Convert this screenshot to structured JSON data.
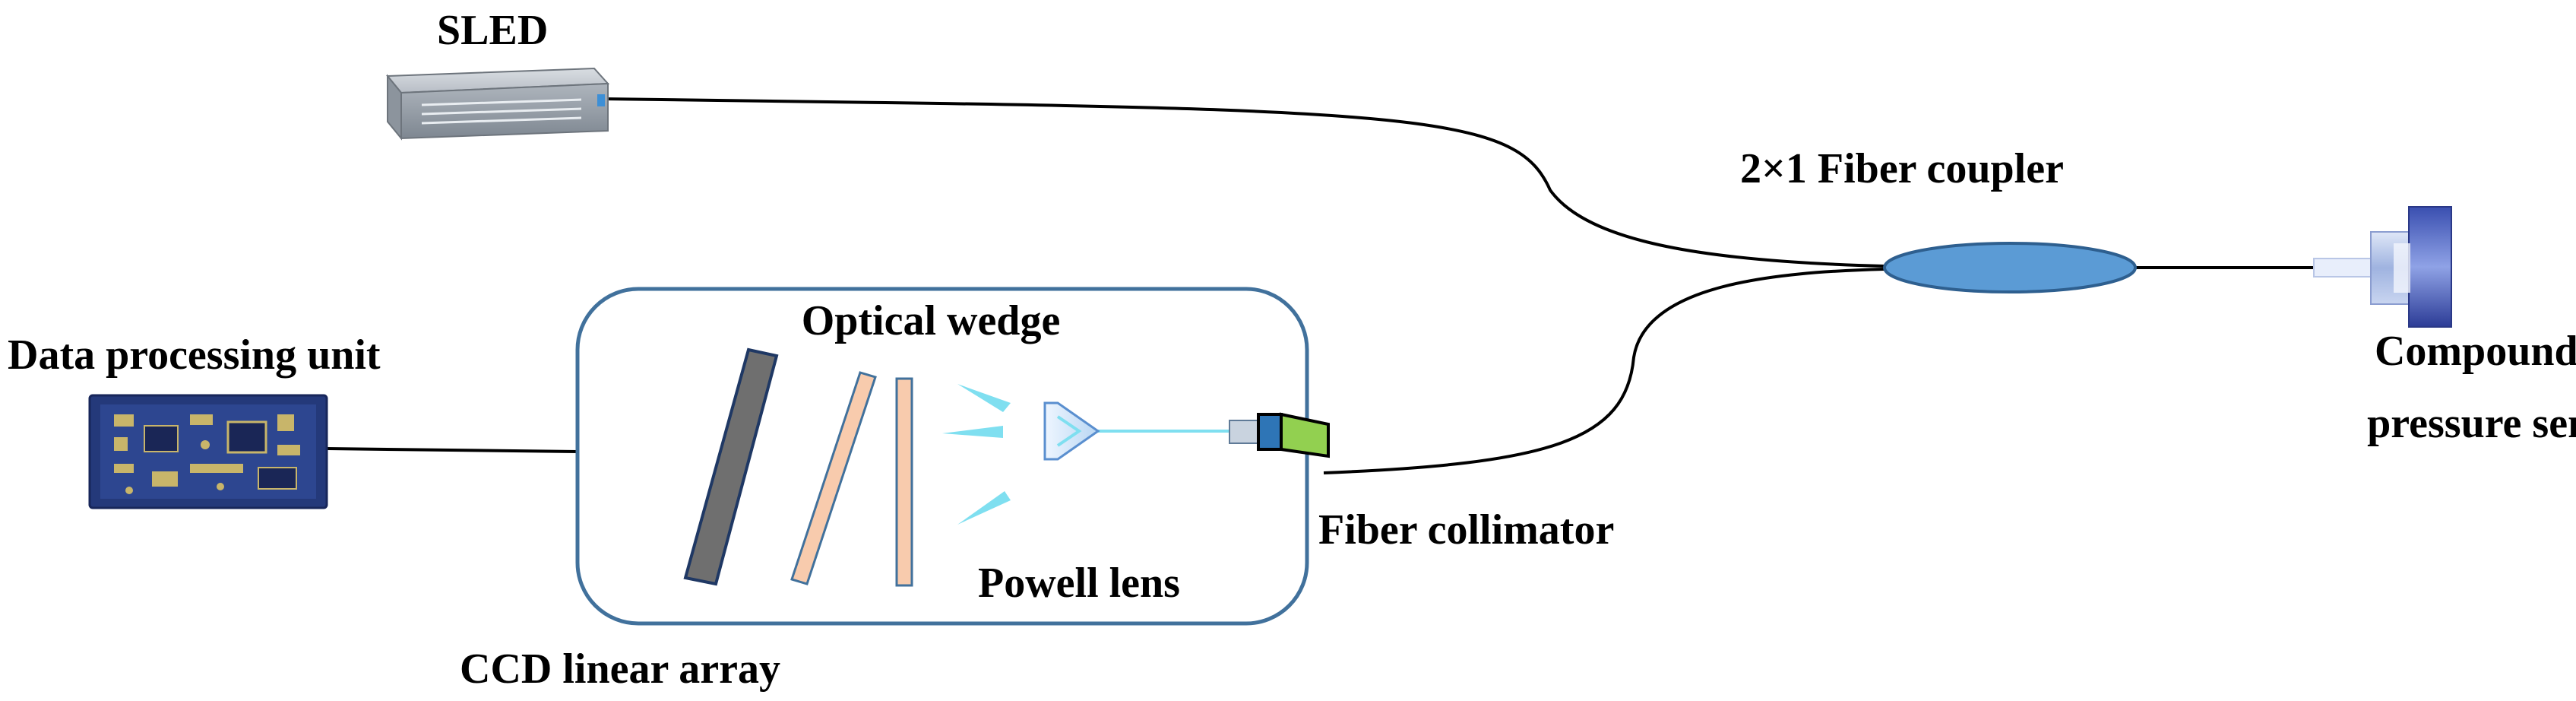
{
  "labels": {
    "sled": "SLED",
    "coupler": "2×1 Fiber coupler",
    "sensor_line1": "Compound FP",
    "sensor_line2": "pressure sensor",
    "data_unit": "Data processing unit",
    "wedge": "Optical wedge",
    "powell": "Powell lens",
    "collimator": "Fiber collimator",
    "ccd": "CCD linear array"
  },
  "colors": {
    "fiber": "#000000",
    "box_outline": "#41719c",
    "coupler_fill": "#5b9bd5",
    "coupler_stroke": "#2e5f8f",
    "ccd_array": "#6f6f6f",
    "wedge_fill": "#f8cbad",
    "beam": "#7fdff0",
    "collimator_green": "#92d050",
    "collimator_blue": "#2e75b6",
    "sled_body": "#9aa3ad",
    "pcb": "#2a3f7a"
  },
  "icons": [
    "sled-light-source-icon",
    "pcb-board-icon",
    "pressure-sensor-icon",
    "fiber-collimator-icon",
    "powell-lens-icon"
  ]
}
